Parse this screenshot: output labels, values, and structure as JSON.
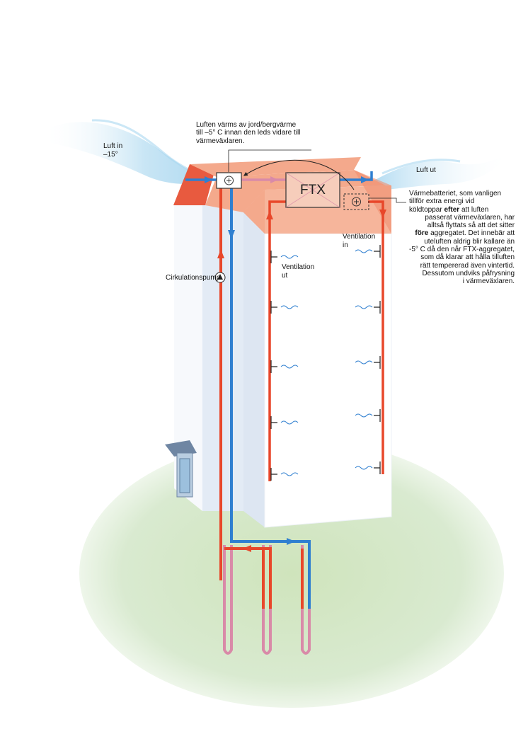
{
  "labels": {
    "luft_in_line1": "Luft in",
    "luft_in_line2": "–15°",
    "luft_ut": "Luft ut",
    "ftx": "FTX",
    "cirkulationspump": "Cirkulationspump",
    "ventilation_ut_line1": "Ventilation",
    "ventilation_ut_line2": "ut",
    "ventilation_in_line1": "Ventilation",
    "ventilation_in_line2": "in"
  },
  "annotation_top": [
    "Luften värms av jord/bergvärme",
    "till –5° C innan den leds vidare till",
    "värmeväxlaren."
  ],
  "annotation_right": {
    "line1": "Värmebatteriet, som vanligen",
    "line2": "tillför extra energi vid",
    "line3_prefix": "köldtoppar ",
    "line3_bold": "efter",
    "line3_suffix": " att luften",
    "line4": "passerat värmeväxlaren, har",
    "line5": "alltså flyttats så att det sitter",
    "line6_bold": "före",
    "line6_suffix": " aggregatet. Det innebär att",
    "line7": "uteluften aldrig blir kallare än",
    "line8": "-5° C då den når FTX-aggregatet,",
    "line9": "som då klarar att hålla tilluften",
    "line10": "rätt tempererad även vintertid.",
    "line11": "Dessutom undviks påfrysning",
    "line12": "i värmeväxlaren."
  },
  "colors": {
    "warm_pipe": "#e8472a",
    "cold_pipe": "#2f7fd0",
    "ground_loop": "#d98aa8",
    "roof": "#f4a98c",
    "roof_side": "#e85a3f",
    "wall": "#ffffff",
    "wall_shade": "#dfe8f3",
    "ground": "#d7e8c6",
    "air": "#bfe1f3"
  }
}
